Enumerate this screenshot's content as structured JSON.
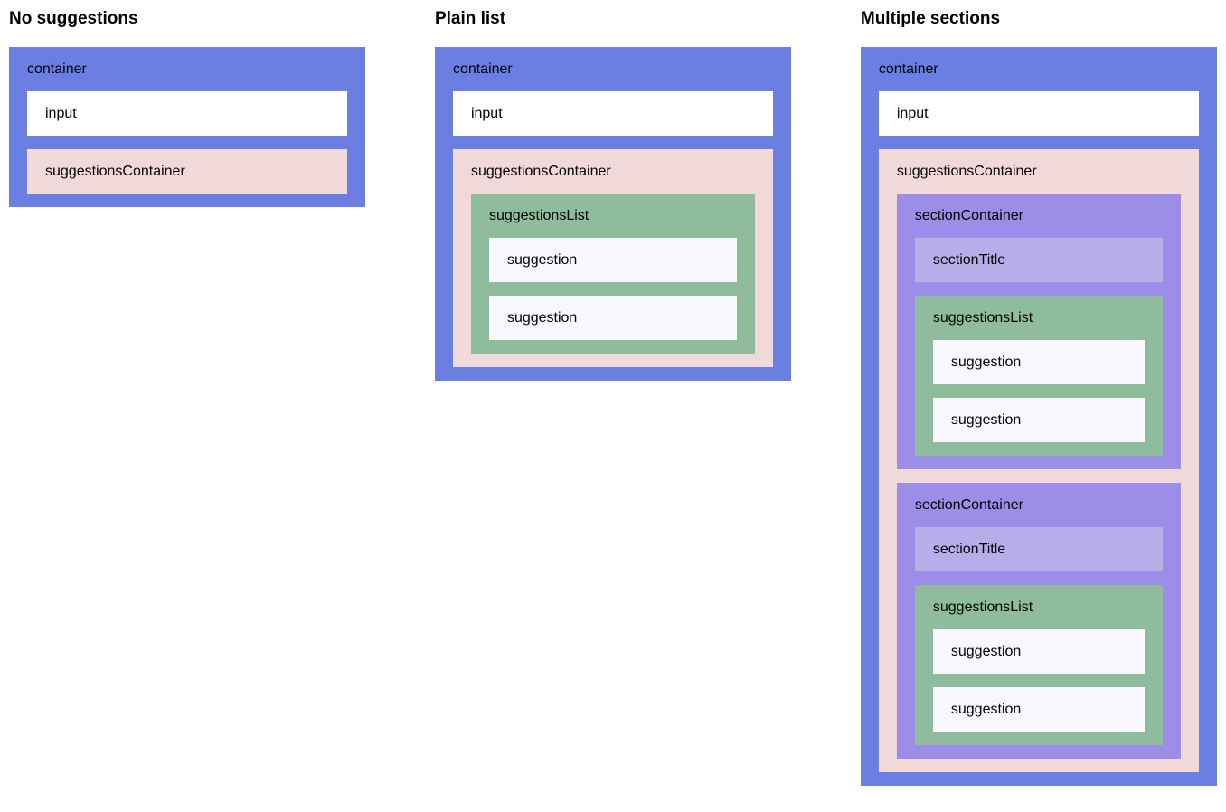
{
  "columns": [
    {
      "heading": "No suggestions",
      "container": {
        "label": "container",
        "input": {
          "label": "input"
        },
        "suggestionsContainer": {
          "label": "suggestionsContainer"
        }
      }
    },
    {
      "heading": "Plain list",
      "container": {
        "label": "container",
        "input": {
          "label": "input"
        },
        "suggestionsContainer": {
          "label": "suggestionsContainer",
          "suggestionsList": {
            "label": "suggestionsList",
            "suggestions": [
              {
                "label": "suggestion"
              },
              {
                "label": "suggestion"
              }
            ]
          }
        }
      }
    },
    {
      "heading": "Multiple sections",
      "container": {
        "label": "container",
        "input": {
          "label": "input"
        },
        "suggestionsContainer": {
          "label": "suggestionsContainer",
          "sections": [
            {
              "label": "sectionContainer",
              "sectionTitle": {
                "label": "sectionTitle"
              },
              "suggestionsList": {
                "label": "suggestionsList",
                "suggestions": [
                  {
                    "label": "suggestion"
                  },
                  {
                    "label": "suggestion"
                  }
                ]
              }
            },
            {
              "label": "sectionContainer",
              "sectionTitle": {
                "label": "sectionTitle"
              },
              "suggestionsList": {
                "label": "suggestionsList",
                "suggestions": [
                  {
                    "label": "suggestion"
                  },
                  {
                    "label": "suggestion"
                  }
                ]
              }
            }
          ]
        }
      }
    }
  ],
  "colors": {
    "container": "#6b7fe3",
    "input": "#ffffff",
    "suggestionsContainer": "#f2d9d9",
    "suggestionsList": "#8fbc9c",
    "suggestion": "#faf8fe",
    "sectionContainer": "#9c8de8",
    "sectionTitle": "#b8ade9",
    "text": "#000000",
    "page_background": "#ffffff"
  }
}
